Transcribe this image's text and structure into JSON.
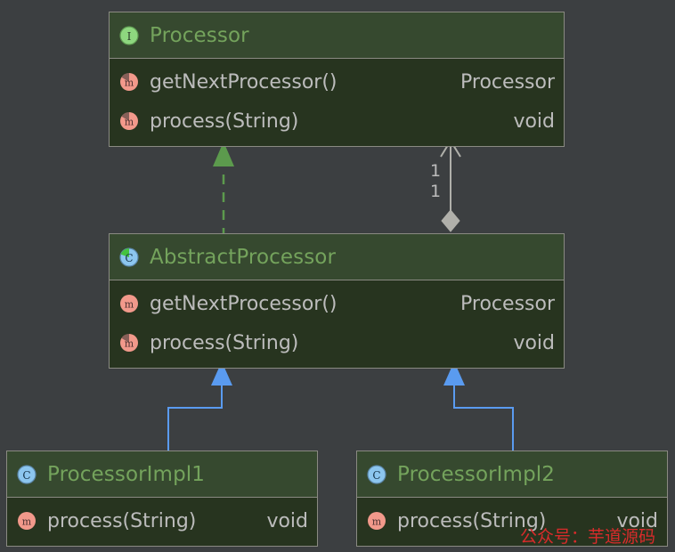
{
  "diagram": {
    "type": "uml-class-diagram",
    "background_color": "#3c3f41",
    "classes": [
      {
        "id": "processor",
        "name": "Processor",
        "stereotype": "interface",
        "icon": "interface-icon",
        "members": [
          {
            "name": "getNextProcessor()",
            "type": "Processor",
            "icon": "method-icon"
          },
          {
            "name": "process(String)",
            "type": "void",
            "icon": "method-icon"
          }
        ]
      },
      {
        "id": "abstract-processor",
        "name": "AbstractProcessor",
        "stereotype": "abstract-class",
        "icon": "abstract-class-icon",
        "members": [
          {
            "name": "getNextProcessor()",
            "type": "Processor",
            "icon": "method-icon"
          },
          {
            "name": "process(String)",
            "type": "void",
            "icon": "method-icon"
          }
        ]
      },
      {
        "id": "processor-impl-1",
        "name": "ProcessorImpl1",
        "stereotype": "class",
        "icon": "class-icon",
        "members": [
          {
            "name": "process(String)",
            "type": "void",
            "icon": "method-icon"
          }
        ]
      },
      {
        "id": "processor-impl-2",
        "name": "ProcessorImpl2",
        "stereotype": "class",
        "icon": "class-icon",
        "members": [
          {
            "name": "process(String)",
            "type": "void",
            "icon": "method-icon"
          }
        ]
      }
    ],
    "relations": [
      {
        "id": "realization",
        "kind": "realization",
        "from": "abstract-processor",
        "to": "processor",
        "style": "dashed",
        "color": "#5c9a4d",
        "arrow": "hollow-triangle-filled-green"
      },
      {
        "id": "aggregation",
        "kind": "aggregation",
        "from": "abstract-processor",
        "to": "processor",
        "style": "solid",
        "color": "#b0b0aa",
        "arrow": "open-arrow",
        "source_multiplicity": "1",
        "target_multiplicity": "1"
      },
      {
        "id": "inheritance-impl1",
        "kind": "generalization",
        "from": "processor-impl-1",
        "to": "abstract-processor",
        "style": "solid",
        "color": "#5a9bf0",
        "arrow": "filled-triangle"
      },
      {
        "id": "inheritance-impl2",
        "kind": "generalization",
        "from": "processor-impl-2",
        "to": "abstract-processor",
        "style": "solid",
        "color": "#5a9bf0",
        "arrow": "filled-triangle"
      }
    ],
    "watermark": {
      "text": "公众号：芋道源码",
      "color": "#d92b2b"
    },
    "colors": {
      "title_text": "#74a35c",
      "member_text": "#bcbcbc",
      "box_border": "#8a8a82",
      "header_bg": "#36492f",
      "body_bg": "#27341f",
      "interface_icon": "#8ed77f",
      "class_icon": "#8cc6ef",
      "method_icon": "#f2998b",
      "inheritance_line": "#5a9bf0",
      "realization_line": "#5c9a4d",
      "aggregation_line": "#b0b0aa"
    }
  }
}
